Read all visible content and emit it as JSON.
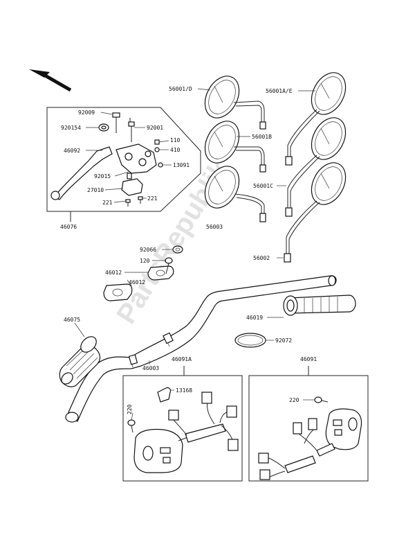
{
  "watermark": "PartsRepublik",
  "labels": {
    "p92009": "92009",
    "p92015a": "920154",
    "p92001": "92001",
    "p46092": "46092",
    "p110": "110",
    "p410": "410",
    "p92015b": "92015",
    "p13091": "13091",
    "p27010": "27010",
    "p221a": "221",
    "p221b": "221",
    "p46076": "46076",
    "p56001d": "56001/D",
    "p56001ae": "56001A/E",
    "p56001b": "56001B",
    "p56001c": "56001C",
    "p56003": "56003",
    "p56002": "56002",
    "p92066": "92066",
    "p120": "120",
    "p46012a": "46012",
    "p46012b": "46012",
    "p46075": "46075",
    "p46003": "46003",
    "p46019": "46019",
    "p92072": "92072",
    "p46091a": "46091A",
    "p46091": "46091",
    "p13168": "13168",
    "p220a": "220",
    "p220b": "220"
  }
}
